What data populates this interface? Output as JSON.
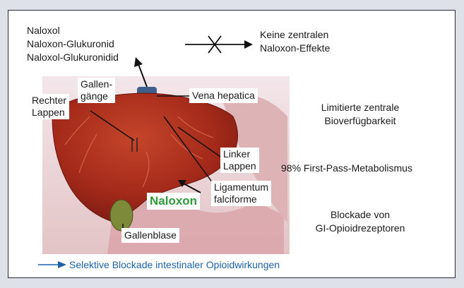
{
  "metabolites": [
    "Naloxol",
    "Naloxon-Glukuronid",
    "Naloxol-Glukuronidid"
  ],
  "no_effect_label": [
    "Keine zentralen",
    "Naloxon-Effekte"
  ],
  "availability_label": [
    "Limitierte zentrale",
    "Bioverfügbarkeit"
  ],
  "first_pass_label": "98% First-Pass-Metabolismus",
  "blockade_label": [
    "Blockade von",
    "GI-Opioidrezeptoren"
  ],
  "anatomy": {
    "right_lobe": [
      "Rechter",
      "Lappen"
    ],
    "bile_ducts": [
      "Gallen-",
      "gänge"
    ],
    "hepatic_vein": "Vena hepatica",
    "left_lobe": [
      "Linker",
      "Lappen"
    ],
    "ligament": [
      "Ligamentum",
      "falciforme"
    ],
    "gallbladder": "Gallenblase"
  },
  "drug_label": "Naloxon",
  "footer_label": "Selektive Blockade intestinaler Opioidwirkungen",
  "colors": {
    "drug": "#2e9a3a",
    "footer_text": "#1d62a8",
    "footer_arrow": "#1d62a8"
  }
}
